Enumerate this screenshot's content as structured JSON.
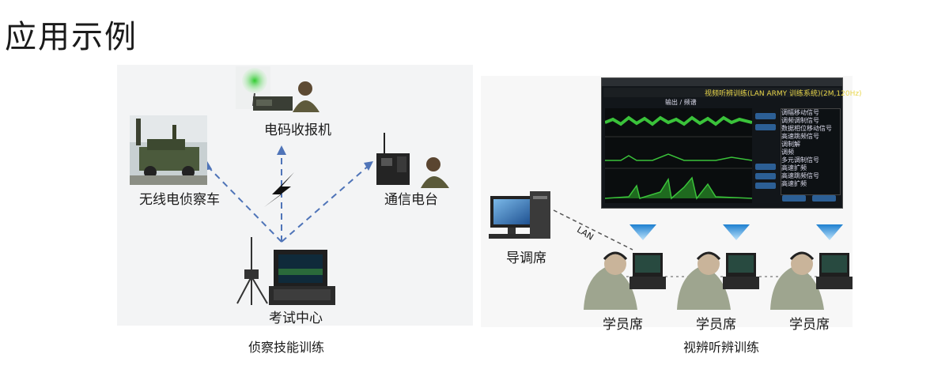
{
  "page_title": "应用示例",
  "left_scene": {
    "caption": "侦察技能训练",
    "nodes": {
      "recon_vehicle": "无线电侦察车",
      "telegraph": "电码收报机",
      "radio_station": "通信电台",
      "exam_center": "考试中心"
    }
  },
  "right_scene": {
    "caption": "视辨听辨训练",
    "director": "导调席",
    "lan": "LAN",
    "students": [
      "学员席",
      "学员席",
      "学员席"
    ],
    "software": {
      "title_banner": "视频听辨训练(LAN ARMY 训练系统)(2M,120Hz)",
      "panel_label": "输出 / 频谱",
      "signal_list": [
        "调幅移动信号",
        "调频调制信号",
        "数据相位移动信号",
        "高速跳频信号",
        "调制解",
        "调频",
        "多元调制信号",
        "高速扩频",
        "高速跳频信号",
        "高速扩频"
      ]
    }
  },
  "colors": {
    "dashed_line": "#4f74b8",
    "signal_green": "#3ac23a",
    "cone_blue": "#2f8fd6"
  }
}
